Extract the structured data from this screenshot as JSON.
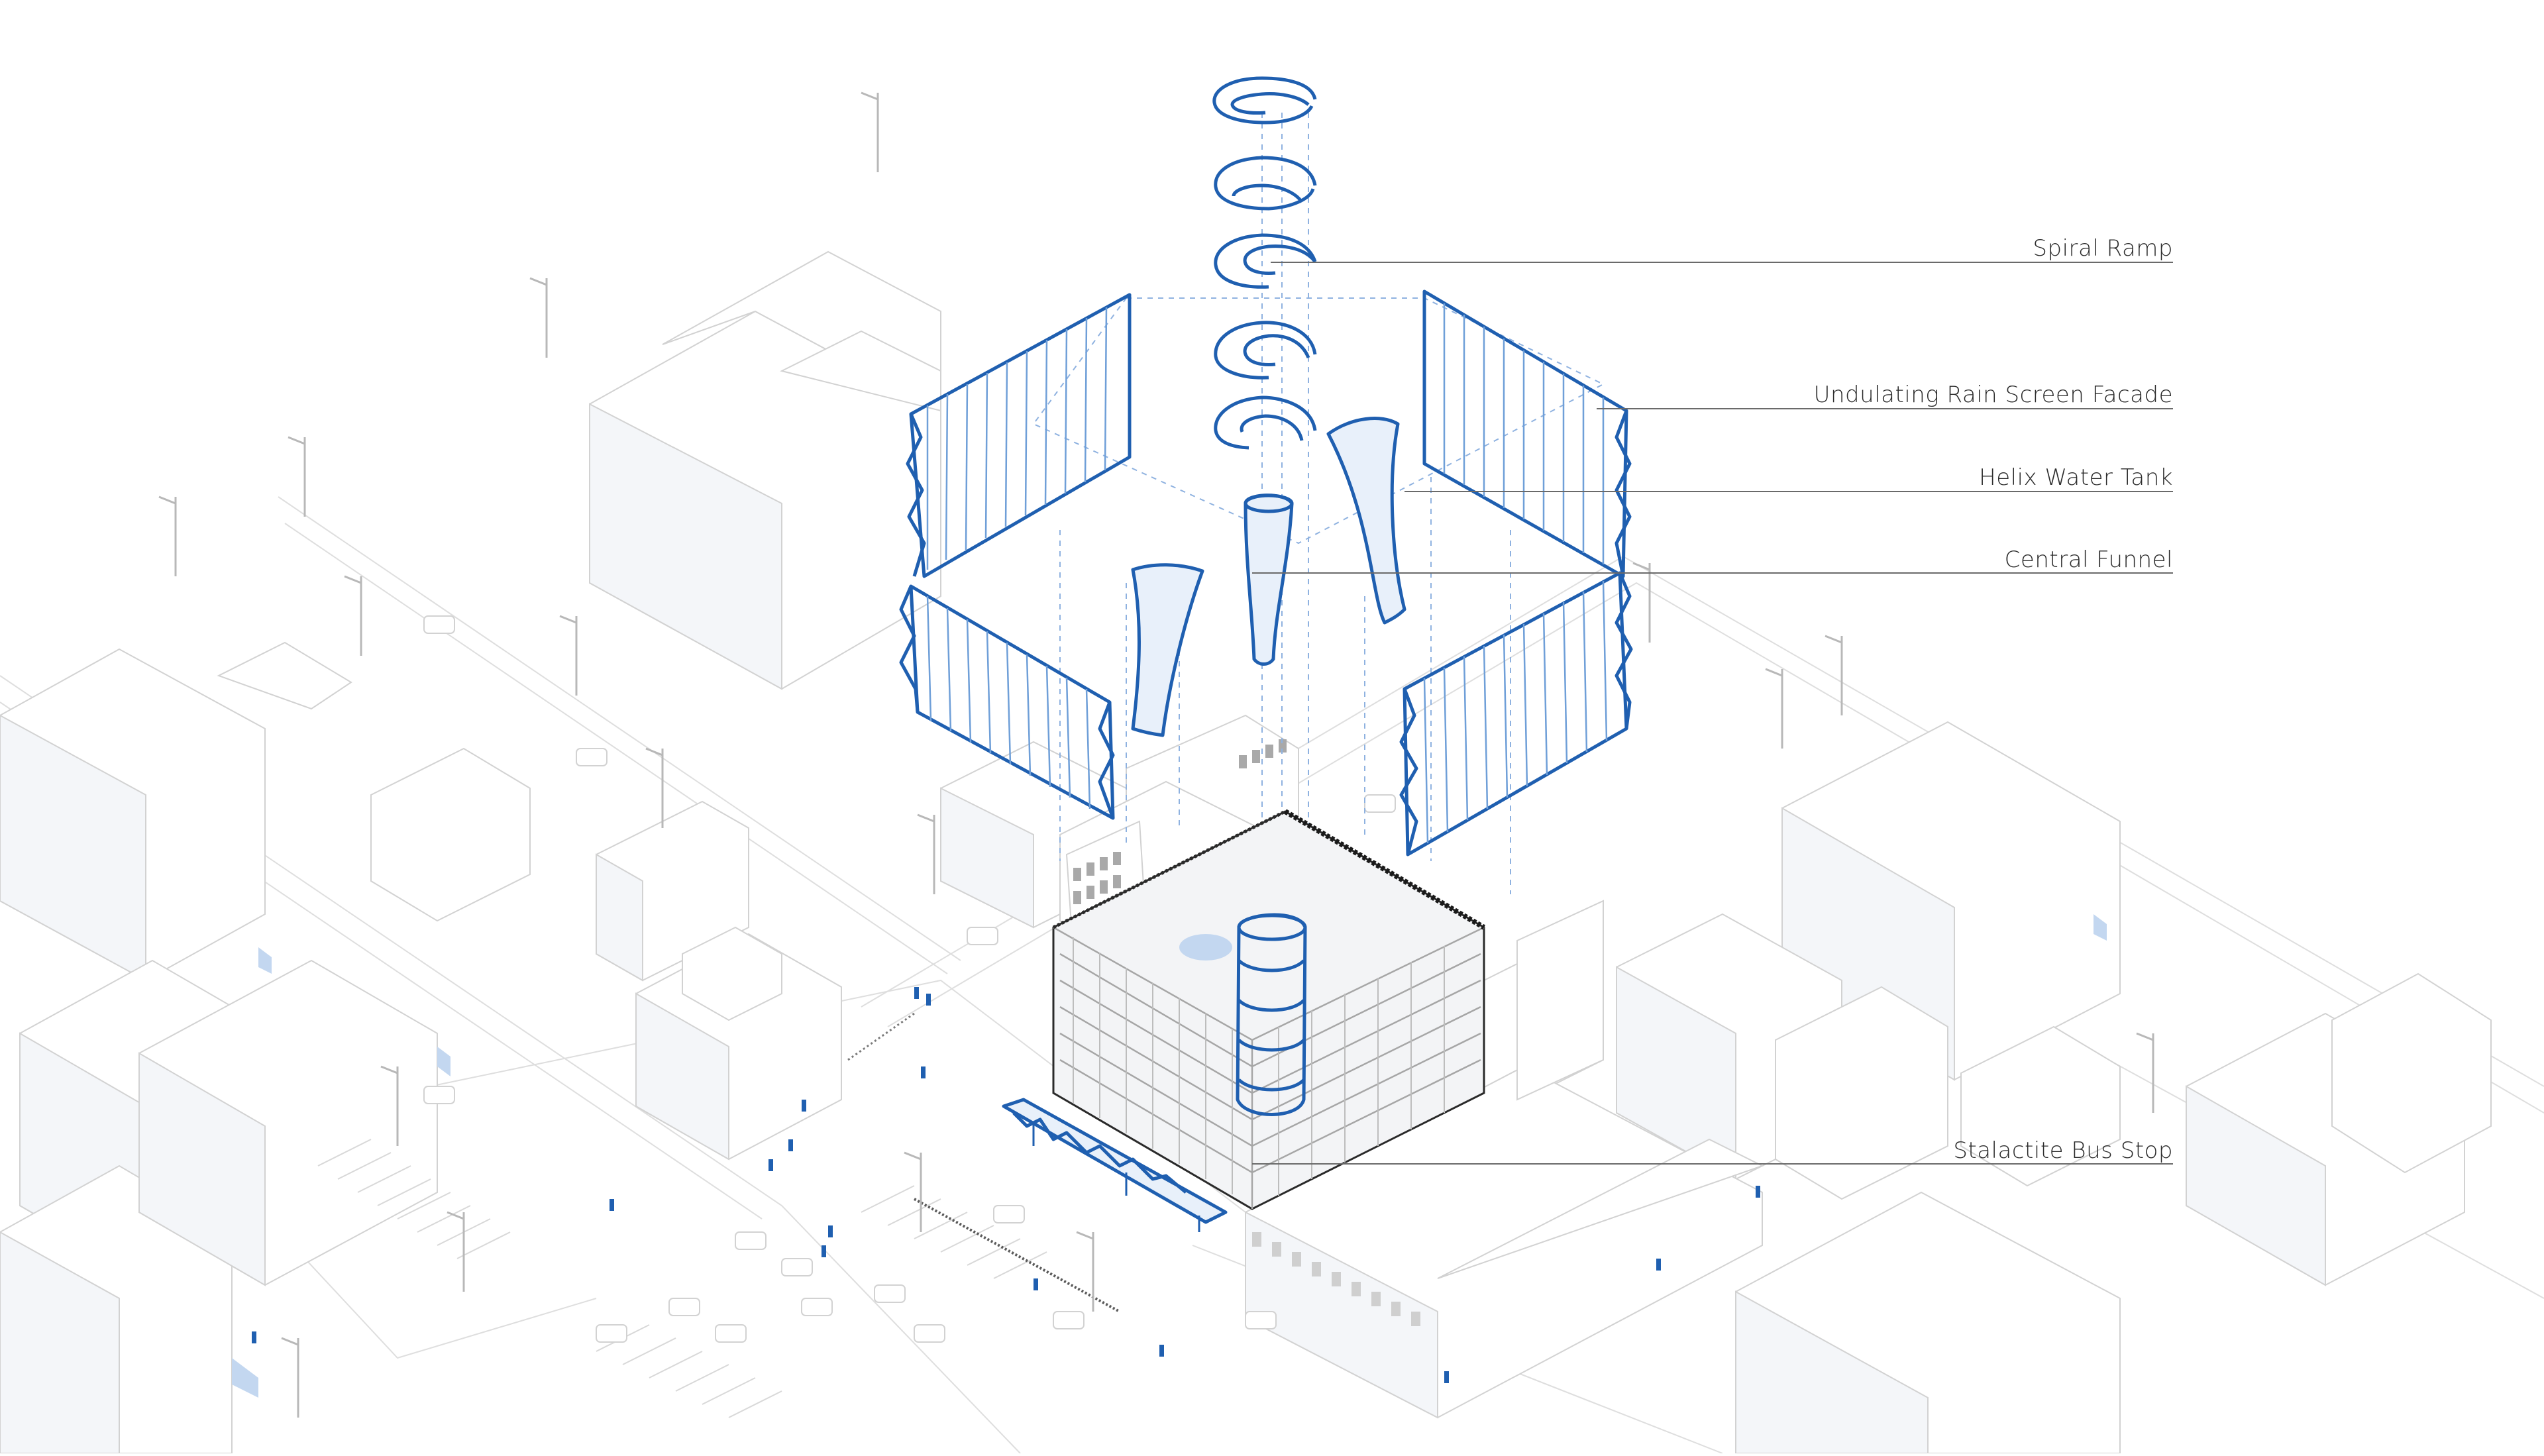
{
  "labels": {
    "spiral_ramp": "Spiral Ramp",
    "rain_screen": "Undulating Rain Screen Facade",
    "helix_tank": "Helix Water Tank",
    "central_funnel": "Central Funnel",
    "bus_stop": "Stalactite Bus Stop"
  },
  "colors": {
    "accent": "#1f5fb0",
    "accent_light": "#6f9fd8",
    "building_line": "#d2d2d2",
    "leader_line": "#6a6a6a",
    "text": "#2b2b2b"
  }
}
